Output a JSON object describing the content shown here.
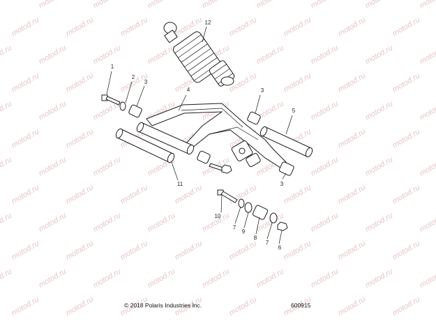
{
  "watermark": {
    "text": "motod.ru",
    "color": "#e6c6c6"
  },
  "callouts": [
    "1",
    "2",
    "3",
    "4",
    "3",
    "5",
    "11",
    "12",
    "10",
    "7",
    "9",
    "8",
    "7",
    "6",
    "3"
  ],
  "footer": {
    "copyright": "© 2018 Polaris Industries Inc.",
    "diagram_id": "600915"
  },
  "colors": {
    "line": "#1a1a1a",
    "background": "#ffffff"
  }
}
